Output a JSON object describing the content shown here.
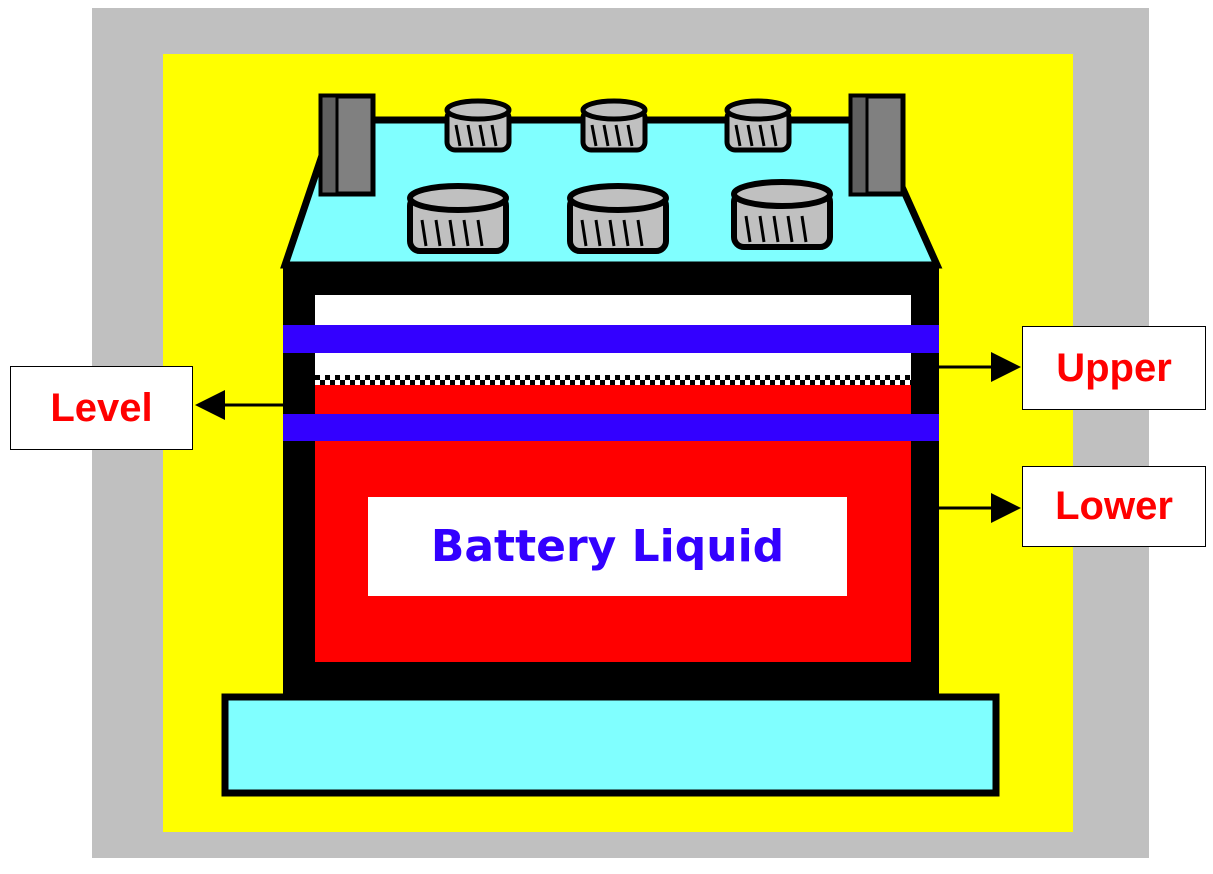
{
  "diagram": {
    "labels": {
      "level": "Level",
      "upper": "Upper",
      "lower": "Lower",
      "battery_text": "Battery Liquid"
    },
    "colors": {
      "frame": "#c0c0c0",
      "background": "#ffff00",
      "battery_body": "#000000",
      "battery_top": "#80ffff",
      "liquid": "#ff0000",
      "level_band": "#3300ff",
      "label_text": "#ff0000",
      "battery_text": "#3300ff",
      "terminal": "#808080",
      "cap": "#c0c0c0"
    },
    "icons": {
      "battery": "battery-icon",
      "arrow": "arrow-icon"
    }
  }
}
